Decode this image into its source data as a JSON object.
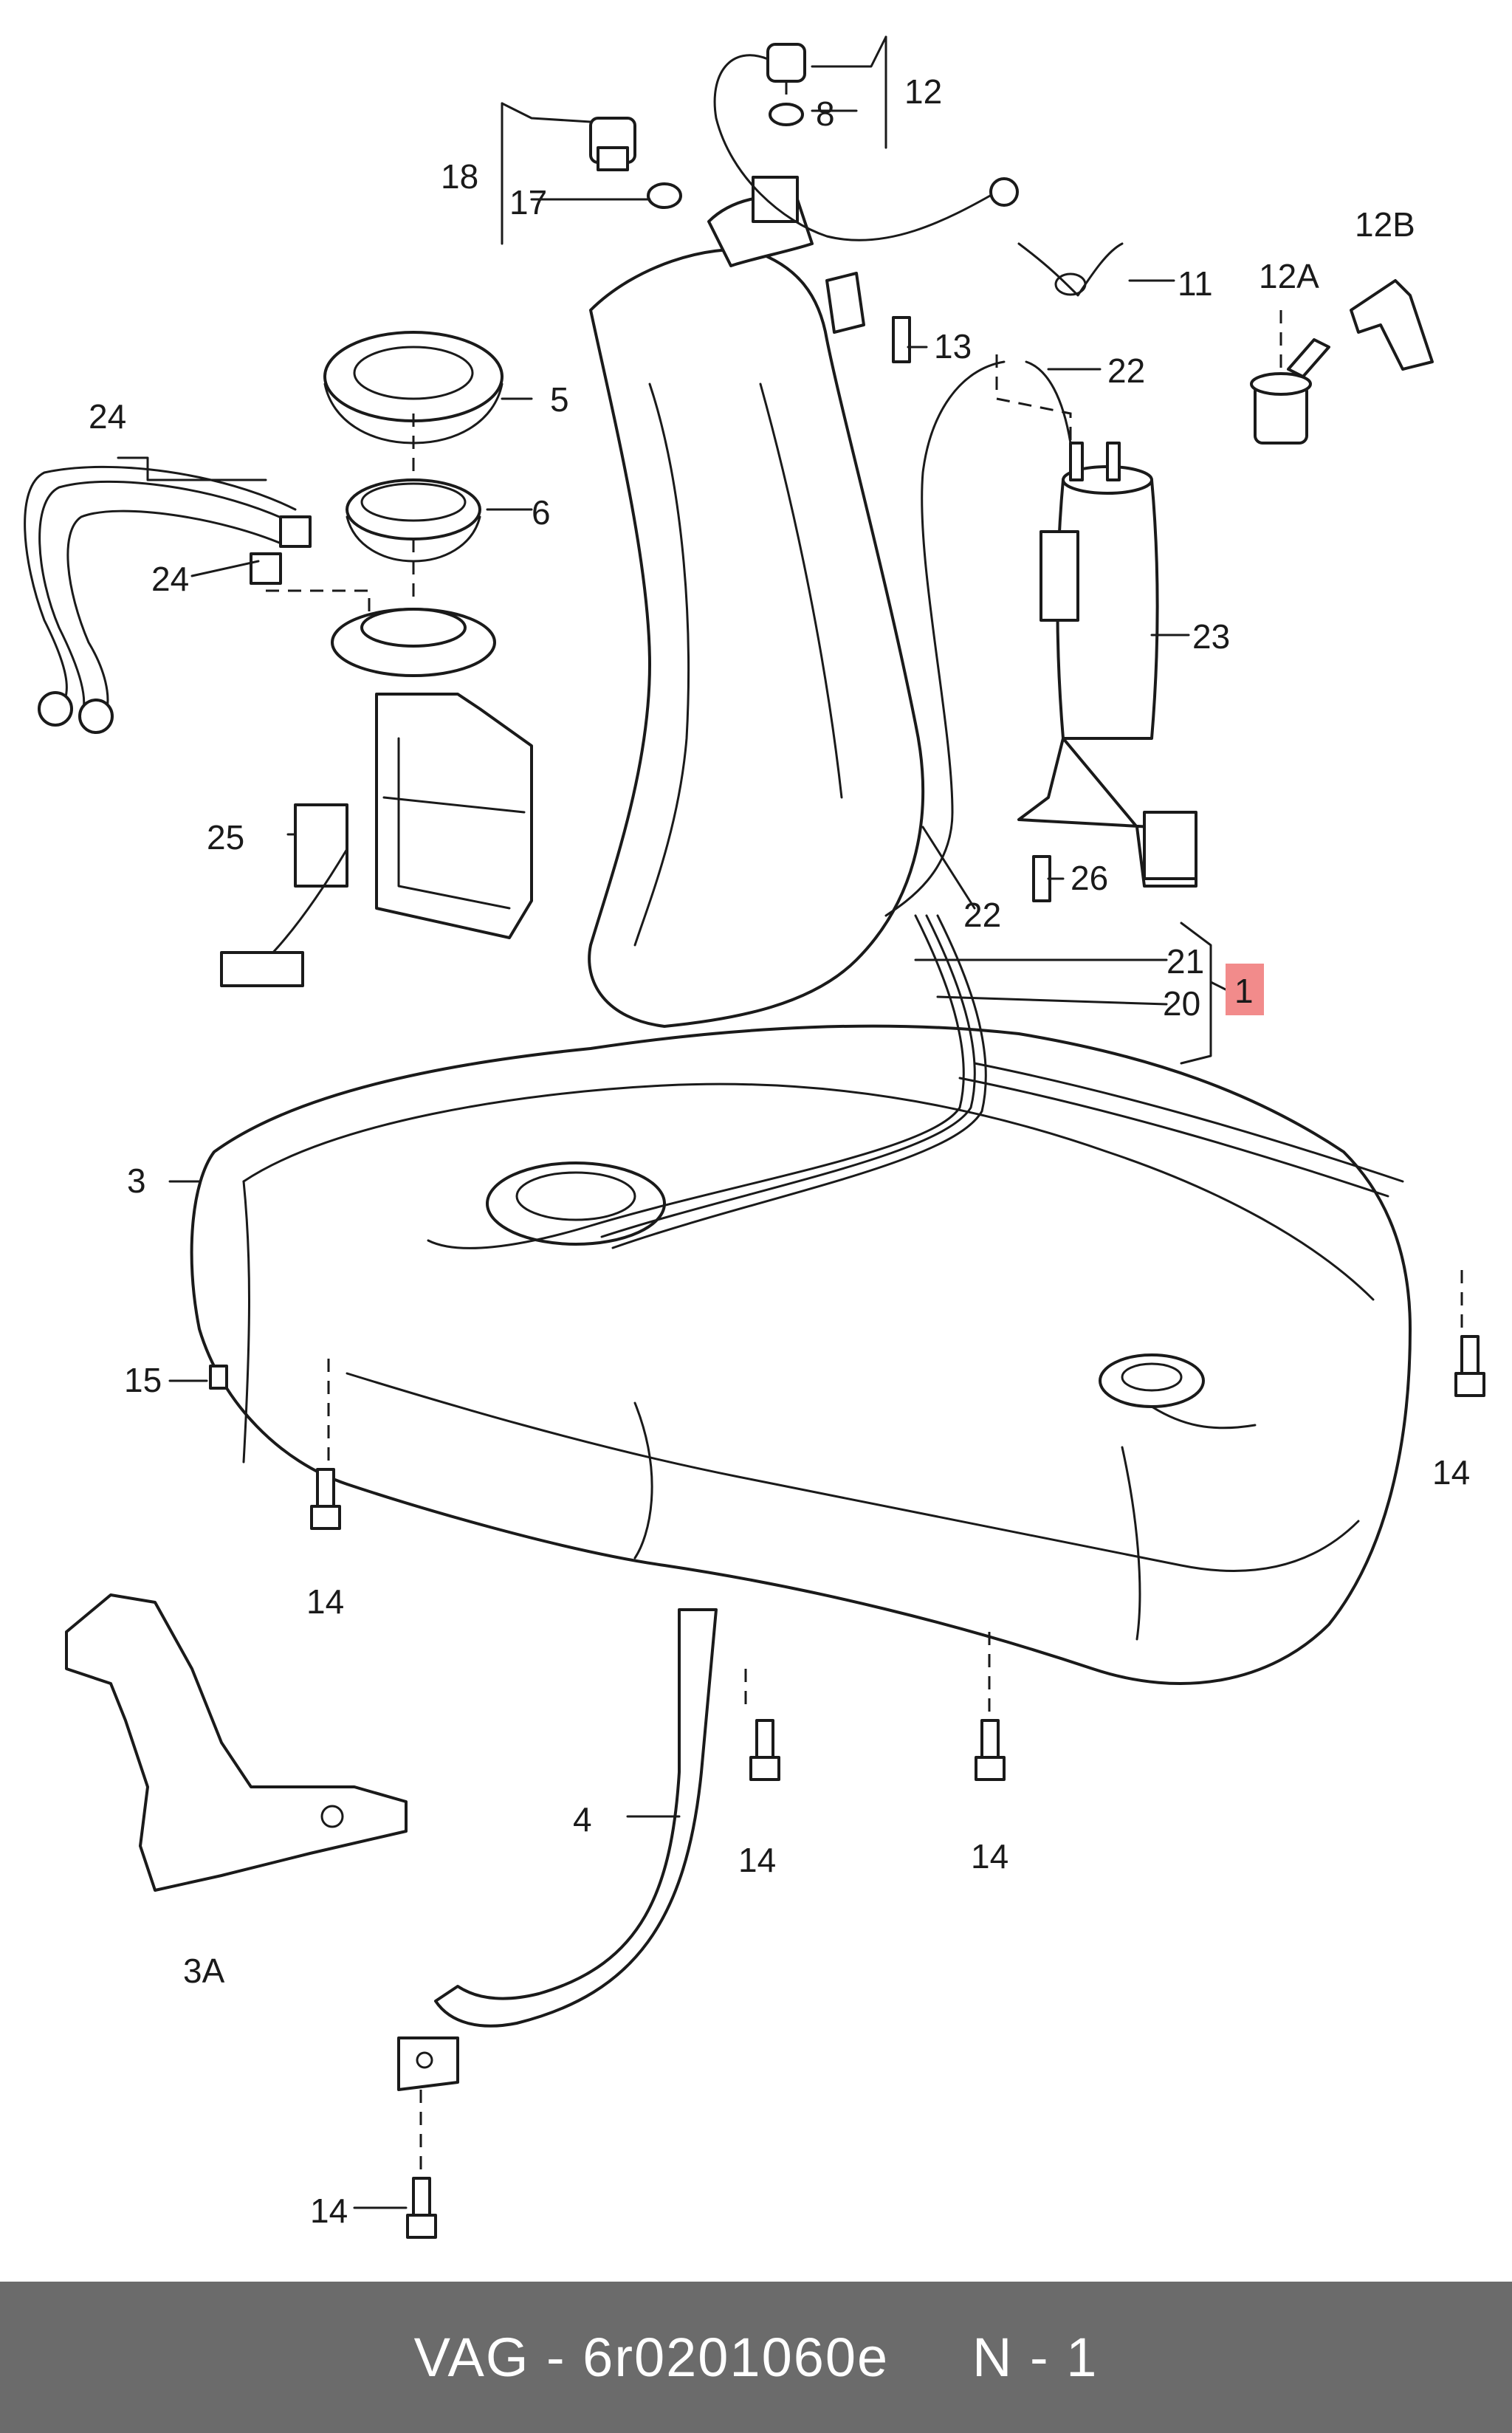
{
  "callouts": {
    "c1": "1",
    "c3": "3",
    "c3A": "3A",
    "c4": "4",
    "c5": "5",
    "c6": "6",
    "c8": "8",
    "c11": "11",
    "c12": "12",
    "c12A": "12A",
    "c12B": "12B",
    "c13": "13",
    "c14a": "14",
    "c14b": "14",
    "c14c": "14",
    "c14d": "14",
    "c14e": "14",
    "c15": "15",
    "c17": "17",
    "c18": "18",
    "c20": "20",
    "c21": "21",
    "c22a": "22",
    "c22b": "22",
    "c23": "23",
    "c24a": "24",
    "c24b": "24",
    "c25": "25",
    "c26": "26"
  },
  "highlight": {
    "color": "#f28b8b",
    "label": "1"
  },
  "footer": {
    "text": "VAG - 6r0201060e     N - 1",
    "background": "#6b6b6b"
  }
}
